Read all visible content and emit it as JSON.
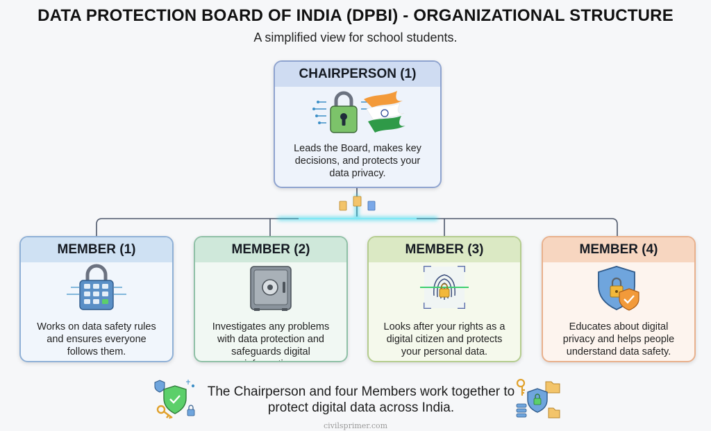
{
  "title": "DATA PROTECTION BOARD OF INDIA (DPBI) - ORGANIZATIONAL STRUCTURE",
  "subtitle": "A simplified view for school students.",
  "chairperson": {
    "heading": "CHAIRPERSON (1)",
    "description": "Leads the Board, makes key decisions, and protects your data privacy.",
    "icon": "padlock-circuit-india-flag-icon"
  },
  "members": [
    {
      "heading": "MEMBER (1)",
      "description": "Works on data safety rules and ensures everyone follows them.",
      "icon": "keypad-padlock-icon"
    },
    {
      "heading": "MEMBER (2)",
      "description": "Investigates any problems with data protection and safeguards digital information.",
      "icon": "safe-vault-icon"
    },
    {
      "heading": "MEMBER (3)",
      "description": "Looks after your rights as a digital citizen and protects your personal data.",
      "icon": "fingerprint-scan-icon"
    },
    {
      "heading": "MEMBER (4)",
      "description": "Educates about digital privacy and helps people understand data safety.",
      "icon": "shield-padlock-icon"
    }
  ],
  "footer": {
    "text": "The Chairperson and four Members work together to protect digital data across India."
  },
  "watermark": "civilsprimer.com",
  "colors": {
    "chairperson_header": "#cfdcf2",
    "member1_header": "#cfe1f3",
    "member2_header": "#cfe8da",
    "member3_header": "#dbe9c4",
    "member4_header": "#f7d6c0",
    "connector_glow": "#34d3e8"
  }
}
